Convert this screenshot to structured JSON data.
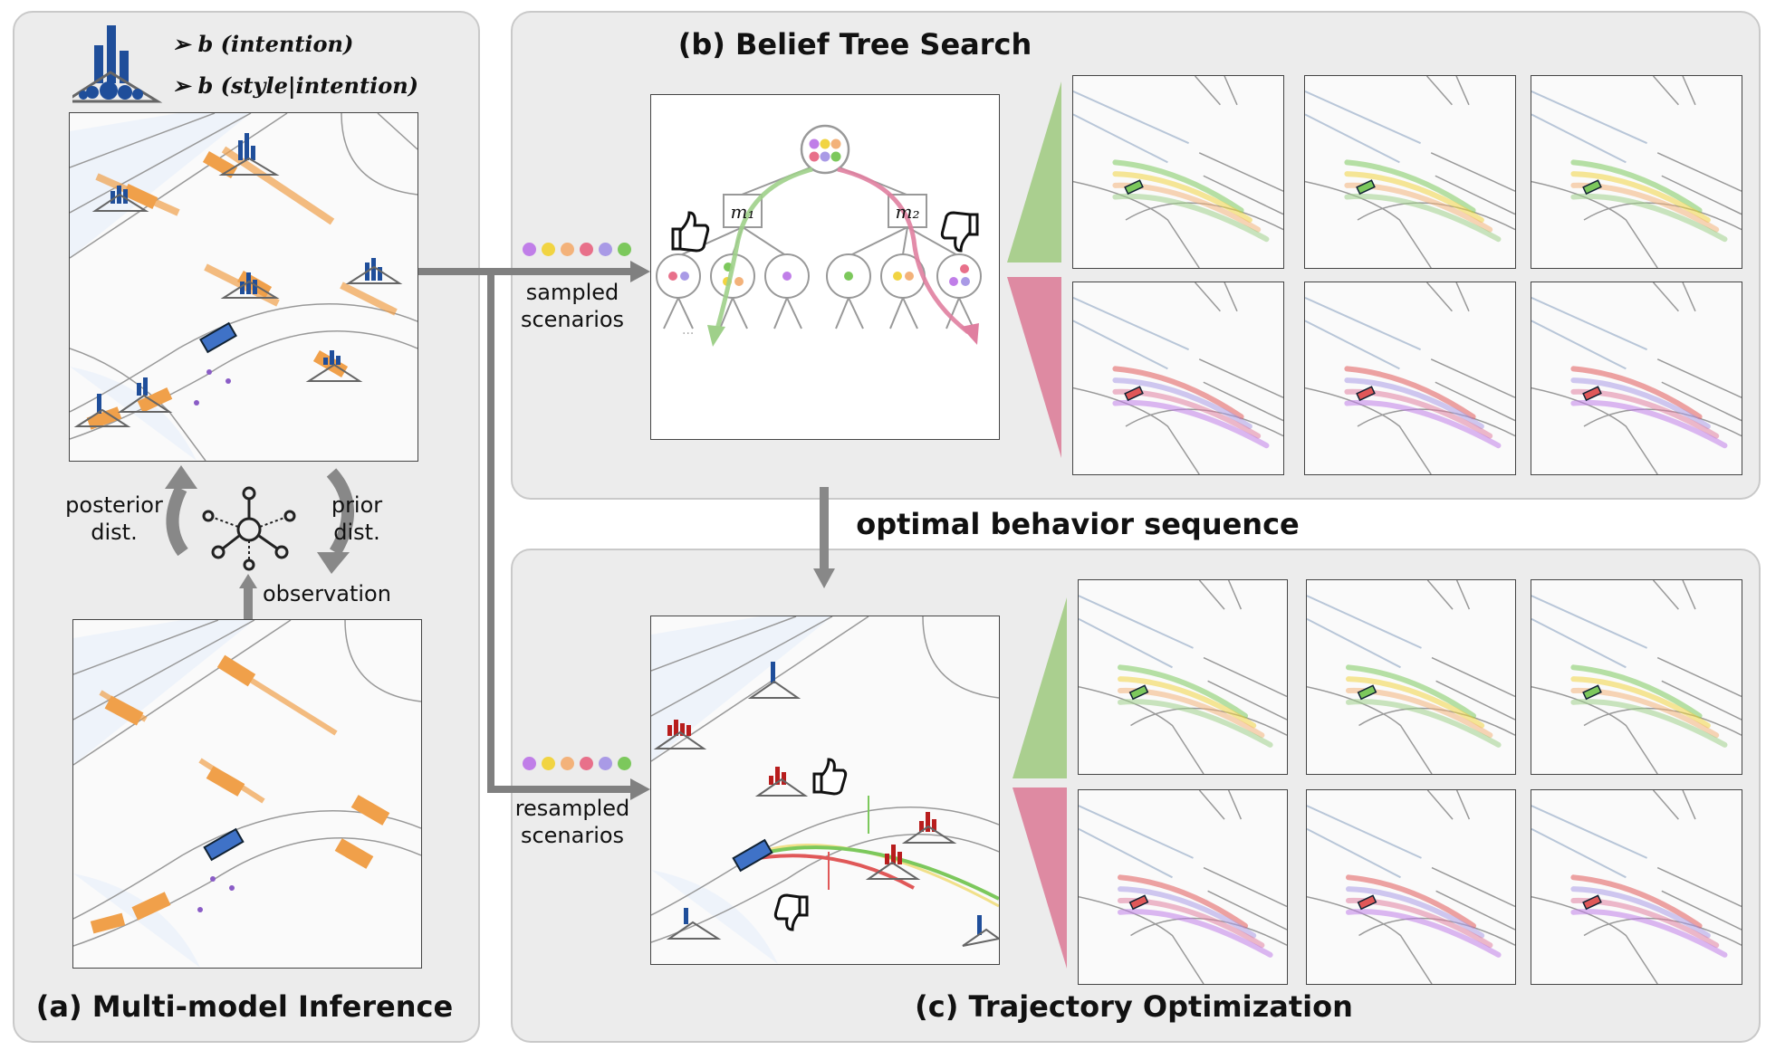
{
  "panels": {
    "a_title": "(a) Multi-model Inference",
    "b_title": "(b) Belief Tree Search",
    "c_title": "(c) Trajectory Optimization"
  },
  "legend": {
    "intention": "b (intention)",
    "style": "b (style|intention)"
  },
  "labels": {
    "posterior": [
      "posterior",
      "dist."
    ],
    "prior": [
      "prior",
      "dist."
    ],
    "observation": "observation",
    "sampled": [
      "sampled",
      "scenarios"
    ],
    "resampled": [
      "resampled",
      "scenarios"
    ],
    "optimal": "optimal behavior sequence"
  },
  "tree": {
    "m1": "m₁",
    "m2": "m₂",
    "ellipsis": "..."
  },
  "colors": {
    "panel_bg": "#ececec",
    "good_branch": "#9fd08a",
    "bad_branch": "#e07fa0",
    "ego": "#3f72c7",
    "vehicle": "#f0a04a",
    "belief_blue": "#1f4e9a",
    "belief_red": "#b81d1d",
    "arrow": "#808080"
  },
  "scenario_dots": [
    "#c07ee8",
    "#f1d442",
    "#f3b27a",
    "#e8708a",
    "#a99ae6",
    "#7cc85c"
  ],
  "icons": [
    "bar-chart-icon",
    "belief-tree-icon",
    "thumbs-up-icon",
    "thumbs-down-icon",
    "network-icon"
  ]
}
